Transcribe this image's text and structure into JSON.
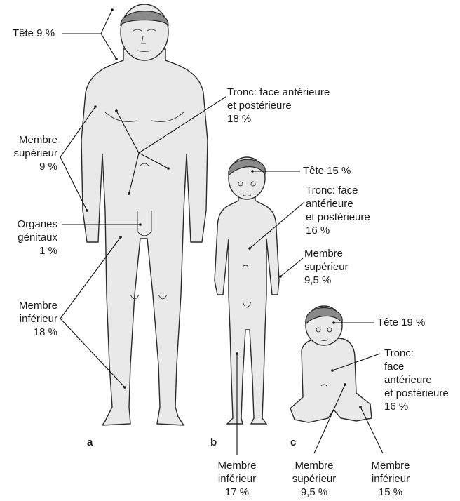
{
  "panels": {
    "a": "a",
    "b": "b",
    "c": "c"
  },
  "adult": {
    "head": "Tête 9 %",
    "trunk": "Tronc: face antérieure\net postérieure\n18 %",
    "upper_limb": "Membre\nsupérieur\n9 %",
    "genitals": "Organes\ngénitaux\n1 %",
    "lower_limb": "Membre\ninférieur\n18 %"
  },
  "child": {
    "head": "Tête 15 %",
    "trunk": "Tronc: face\nantérieure\net postérieure\n16 %",
    "upper_limb": "Membre\nsupérieur\n9,5 %",
    "lower_limb": "Membre\ninférieur\n17 %"
  },
  "infant": {
    "head": "Tête 19 %",
    "trunk": "Tronc:\nface\nantérieure\net postérieure\n16 %",
    "upper_limb": "Membre\nsupérieur\n9,5 %",
    "lower_limb": "Membre\ninférieur\n15 %"
  }
}
